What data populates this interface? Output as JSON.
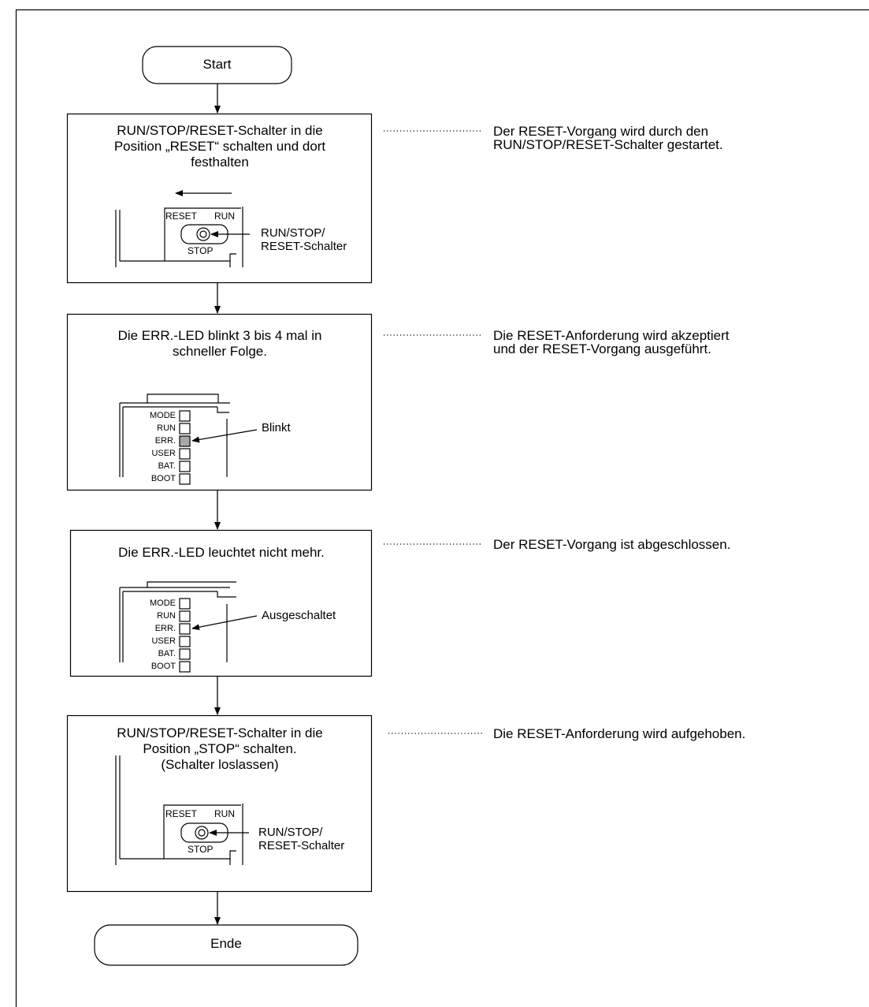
{
  "start": "Start",
  "end": "Ende",
  "step1": {
    "title": [
      "RUN/STOP/RESET-Schalter in die",
      "Position „RESET“ schalten und dort",
      "festhalten"
    ],
    "switch_left": "RESET",
    "switch_right": "RUN",
    "switch_bottom": "STOP",
    "callout": [
      "RUN/STOP/",
      "RESET-Schalter"
    ],
    "note": [
      "Der RESET-Vorgang wird durch den",
      "RUN/STOP/RESET-Schalter gestartet."
    ]
  },
  "step2": {
    "title": [
      "Die ERR.-LED blinkt 3 bis 4 mal in",
      "schneller Folge."
    ],
    "leds": [
      "MODE",
      "RUN",
      "ERR.",
      "USER",
      "BAT.",
      "BOOT"
    ],
    "callout": "Blinkt",
    "note": [
      "Die RESET-Anforderung wird akzeptiert",
      "und der RESET-Vorgang ausgeführt."
    ]
  },
  "step3": {
    "title": [
      "Die ERR.-LED leuchtet nicht mehr."
    ],
    "leds": [
      "MODE",
      "RUN",
      "ERR.",
      "USER",
      "BAT.",
      "BOOT"
    ],
    "callout": "Ausgeschaltet",
    "note": [
      "Der RESET-Vorgang ist abgeschlossen."
    ]
  },
  "step4": {
    "title": [
      "RUN/STOP/RESET-Schalter in die",
      "Position „STOP“ schalten.",
      "(Schalter loslassen)"
    ],
    "switch_left": "RESET",
    "switch_right": "RUN",
    "switch_bottom": "STOP",
    "callout": [
      "RUN/STOP/",
      "RESET-Schalter"
    ],
    "note": [
      "Die RESET-Anforderung wird aufgehoben."
    ]
  },
  "colors": {
    "led_blink": "#a8a8a8"
  }
}
